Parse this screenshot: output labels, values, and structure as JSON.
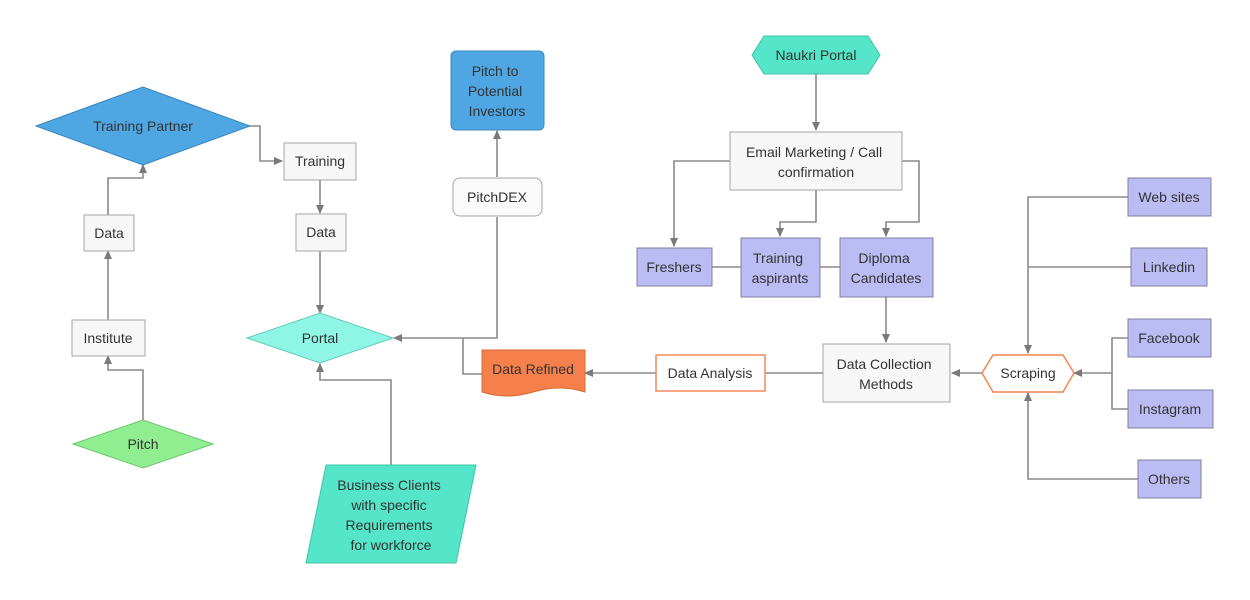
{
  "nodes": {
    "training_partner": "Training Partner",
    "training": "Training",
    "data_left": "Data",
    "data_mid": "Data",
    "institute": "Institute",
    "pitch": "Pitch",
    "portal": "Portal",
    "business_clients": [
      "Business Clients",
      "with specific",
      "Requirements",
      "for workforce"
    ],
    "pitch_investors": [
      "Pitch to",
      "Potential",
      "Investors"
    ],
    "pitchdex": "PitchDEX",
    "data_refined": "Data Refined",
    "data_analysis": "Data Analysis",
    "naukri_portal": "Naukri Portal",
    "email_marketing": [
      "Email Marketing / Call",
      "confirmation"
    ],
    "freshers": "Freshers",
    "training_aspirants": [
      "Training",
      "aspirants"
    ],
    "diploma_candidates": [
      "Diploma",
      "Candidates"
    ],
    "data_collection": [
      "Data Collection",
      "Methods"
    ],
    "scraping": "Scraping",
    "web_sites": "Web sites",
    "linkedin": "Linkedin",
    "facebook": "Facebook",
    "instagram": "Instagram",
    "others": "Others"
  },
  "colors": {
    "blue": "#4ea6e3",
    "teal": "#55e5c8",
    "light_teal": "#8ff5e5",
    "green": "#90ee90",
    "orange": "#f5804b",
    "orange_border": "#f5804b",
    "purple": "#bcbcf5",
    "grey_fill": "#f7f7f7",
    "connector": "#8a8a8a"
  }
}
